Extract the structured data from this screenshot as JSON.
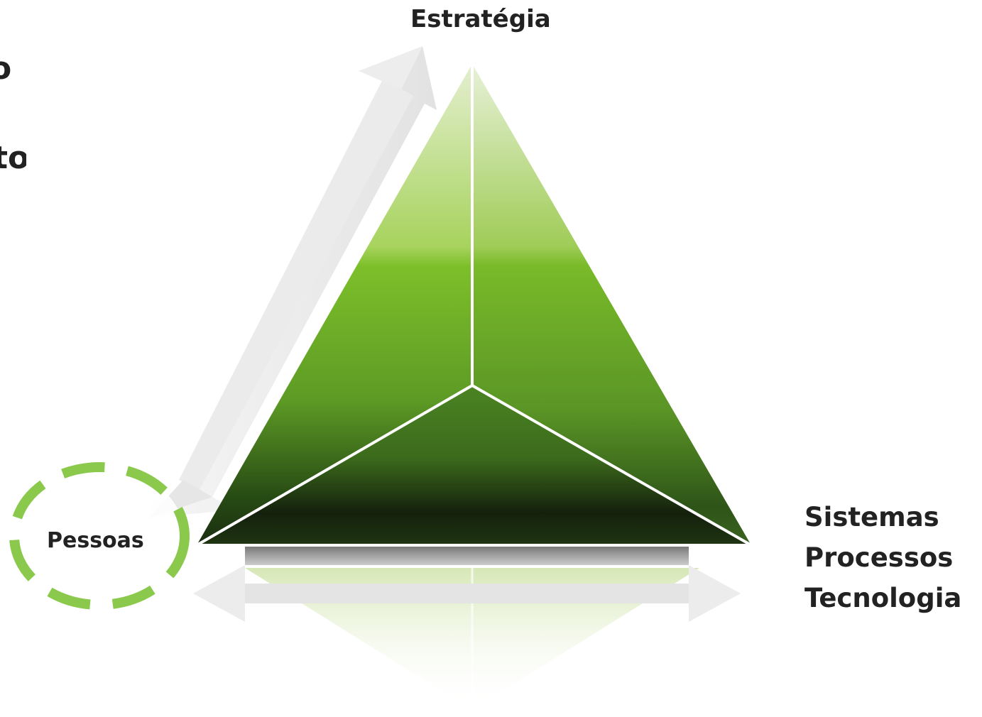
{
  "labels": {
    "top": "Estratégia",
    "right": [
      "Sistemas",
      "Processos",
      "Tecnologia"
    ],
    "left": "Pessoas"
  },
  "clipped_text": {
    "line1": "o",
    "line2": "to"
  },
  "colors": {
    "pyramid_light": "#d6e7b5",
    "pyramid_mid": "#7cbd2a",
    "pyramid_dark": "#13200d",
    "dashed_circle": "#8bc94c",
    "arrow": "#eeeeee",
    "text": "#222222"
  },
  "icons": {
    "left_arrow": "double-arrow-diagonal",
    "bottom_arrow": "double-arrow-horizontal",
    "highlight": "dashed-circle"
  }
}
